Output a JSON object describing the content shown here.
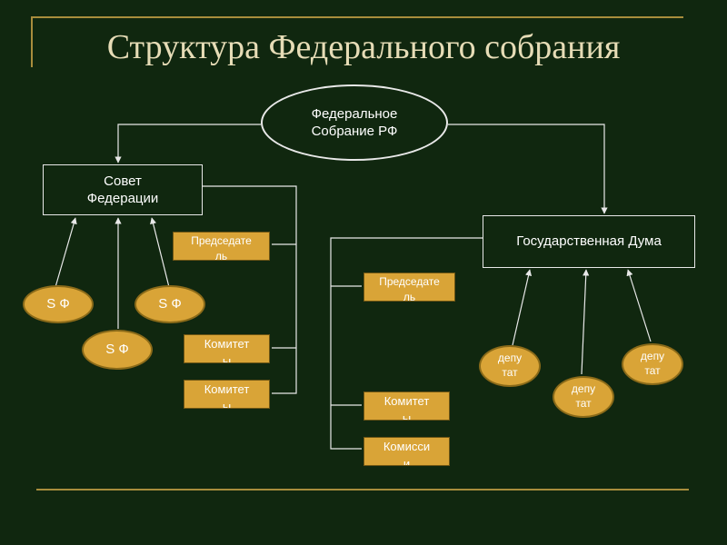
{
  "title": "Структура Федерального собрания",
  "colors": {
    "background": "#10270f",
    "accent_rule": "#a88d3c",
    "title_text": "#e6dcb6",
    "tag_fill": "#d9a437",
    "line": "#e8e8e8"
  },
  "root": {
    "label": "Федеральное\nСобрание РФ"
  },
  "council": {
    "label": "Совет\nФедерации",
    "chair": "Председате\nль",
    "committees": [
      "Комитет\nы",
      "Комитет\nы"
    ],
    "members": [
      "S Ф",
      "S Ф",
      "S Ф"
    ]
  },
  "duma": {
    "label": "Государственная Дума",
    "chair": "Председате\nль",
    "committee": "Комитет\nы",
    "commission": "Комисси\nи",
    "deputies": [
      "депу\nтат",
      "депу\nтат",
      "депу\nтат"
    ]
  }
}
